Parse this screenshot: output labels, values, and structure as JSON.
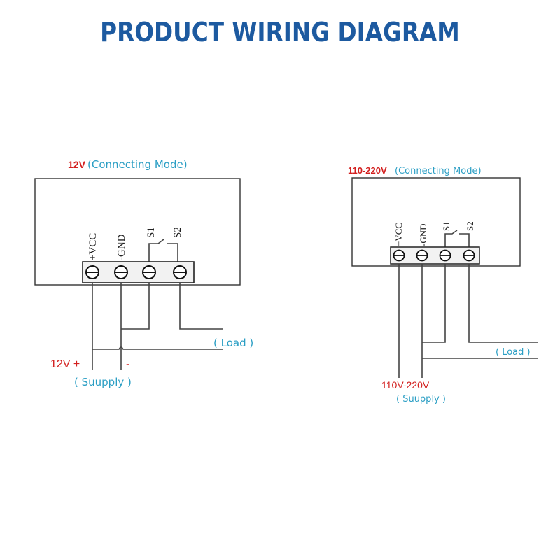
{
  "title": "PRODUCT WIRING DIAGRAM",
  "left": {
    "mode_voltage": "12V",
    "mode_label": "(Connecting Mode)",
    "terminals": [
      "+VCC",
      "-GND",
      "S1",
      "S2"
    ],
    "load_label": "( Load )",
    "supply_voltage": "12V +",
    "supply_minus": "-",
    "supply_label": "( Suupply )"
  },
  "right": {
    "mode_voltage": "110-220V",
    "mode_label": "(Connecting Mode)",
    "terminals": [
      "+VCC",
      "-GND",
      "S1",
      "S2"
    ],
    "load_label": "( Load )",
    "supply_voltage": "110V-220V",
    "supply_label": "( Suupply )"
  },
  "colors": {
    "title": "#1d5aa0",
    "voltage": "#d3201f",
    "label": "#2a9ec4"
  }
}
